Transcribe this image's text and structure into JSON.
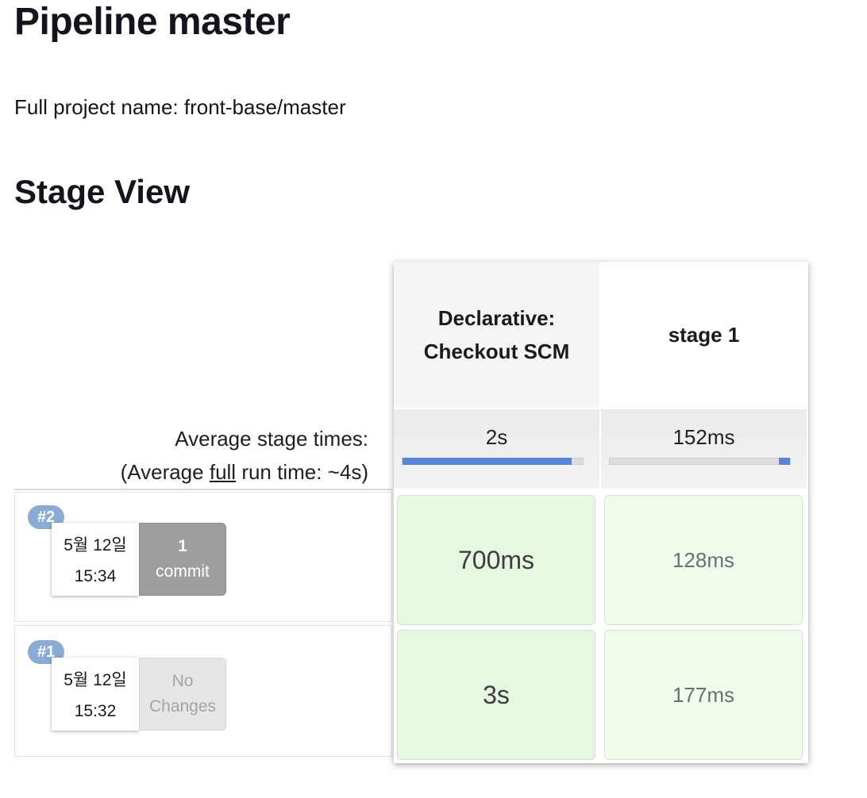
{
  "page": {
    "title": "Pipeline master",
    "full_name_label": "Full project name: front-base/master",
    "stage_view_title": "Stage View"
  },
  "stages": [
    {
      "name": "Declarative: Checkout SCM",
      "avg_time": "2s",
      "avg_fraction": 0.94
    },
    {
      "name": "stage 1",
      "avg_time": "152ms",
      "avg_fraction": 0.06
    }
  ],
  "average": {
    "line1": "Average stage times:",
    "line2_prefix": "(Average ",
    "line2_link": "full",
    "line2_suffix": " run time: ~4s)"
  },
  "runs": [
    {
      "id": "#2",
      "date": "5월 12일",
      "time": "15:34",
      "changes": {
        "kind": "commit",
        "count": "1",
        "label": "commit"
      },
      "durations": [
        "700ms",
        "128ms"
      ]
    },
    {
      "id": "#1",
      "date": "5월 12일",
      "time": "15:32",
      "changes": {
        "kind": "none",
        "label1": "No",
        "label2": "Changes"
      },
      "durations": [
        "3s",
        "177ms"
      ]
    }
  ],
  "colors": {
    "success_cell": "#e6f7e2",
    "success_cell_light": "#f0fdec",
    "progress_fill": "#5a85d6",
    "build_badge": "#8aabd4"
  }
}
